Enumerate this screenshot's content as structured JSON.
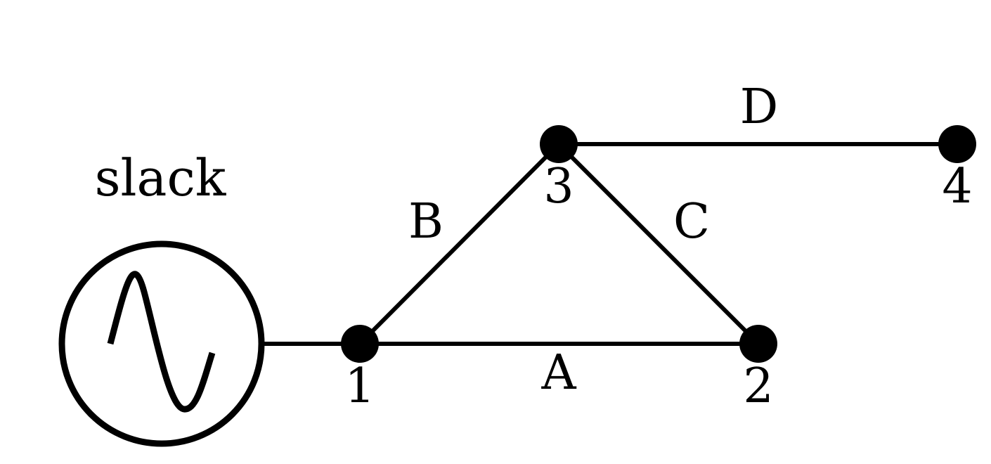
{
  "colors": {
    "ink": "#000000",
    "background": "#ffffff"
  },
  "generator": {
    "label": "slack",
    "icon": "sine-wave-icon"
  },
  "nodes": [
    {
      "id": "1",
      "label": "1"
    },
    {
      "id": "2",
      "label": "2"
    },
    {
      "id": "3",
      "label": "3"
    },
    {
      "id": "4",
      "label": "4"
    }
  ],
  "branches": [
    {
      "label": "A",
      "from": "1",
      "to": "2"
    },
    {
      "label": "B",
      "from": "1",
      "to": "3"
    },
    {
      "label": "C",
      "from": "3",
      "to": "2"
    },
    {
      "label": "D",
      "from": "3",
      "to": "4"
    }
  ]
}
